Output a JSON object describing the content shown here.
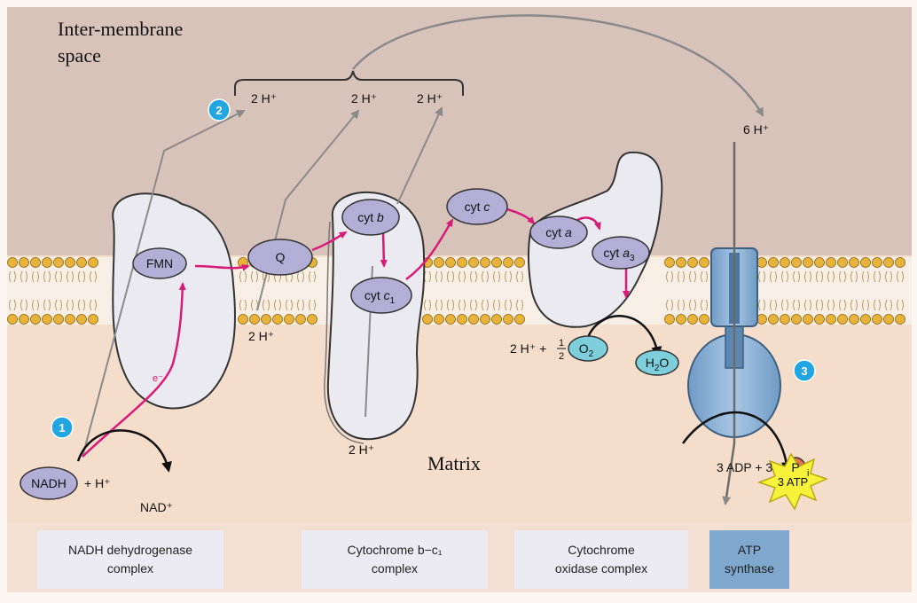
{
  "regions": {
    "intermembrane": "Inter-membrane space",
    "matrix": "Matrix"
  },
  "proton_labels": {
    "top_2h_a": "2 H⁺",
    "top_2h_b": "2 H⁺",
    "top_2h_c": "2 H⁺",
    "six_h": "6 H⁺",
    "q_2h": "2 H⁺",
    "bc_2h": "2 H⁺",
    "oxygen_eq_prefix": "2 H⁺ +",
    "fraction_num": "1",
    "fraction_den": "2"
  },
  "step_markers": [
    "1",
    "2",
    "3"
  ],
  "carriers": {
    "fmn": "FMN",
    "q": "Q",
    "cyt_b_prefix": "cyt",
    "cyt_b_letter": "b",
    "cyt_c1_prefix": "cyt",
    "cyt_c1_letter": "c",
    "cyt_c1_sub": "1",
    "cyt_c_prefix": "cyt",
    "cyt_c_letter": "c",
    "cyt_a_prefix": "cyt",
    "cyt_a_letter": "a",
    "cyt_a3_prefix": "cyt",
    "cyt_a3_letter": "a",
    "cyt_a3_sub": "3",
    "o2": "O",
    "o2_sub": "2",
    "h2o_h": "H",
    "h2o_sub": "2",
    "h2o_o": "O",
    "nadh": "NADH"
  },
  "reactions": {
    "plus_h": "+ H⁺",
    "nad": "NAD⁺",
    "electron": "e⁻",
    "adp": "3 ADP + 3",
    "pi": "P",
    "pi_sub": "i",
    "atp": "3 ATP"
  },
  "complexes": {
    "nadh_dehydrogenase": [
      "NADH dehydrogenase",
      "complex"
    ],
    "cytochrome_bc1": [
      "Cytochrome b−c₁",
      "complex"
    ],
    "cytochrome_oxidase": [
      "Cytochrome",
      "oxidase complex"
    ],
    "atp_synthase": [
      "ATP",
      "synthase"
    ]
  },
  "colors": {
    "intermembrane_bg": "#d8c3bb",
    "matrix_bg": "#f4ddcb",
    "lipid_head": "#e8b33a",
    "protein": "#eaeaf0",
    "carrier": "#b3aed6",
    "electron_path": "#d81b79",
    "proton_path": "#8a8a8a",
    "marker": "#21a6e2",
    "atp_synthase": "#7fa8cf",
    "label_box": "#eceaf2"
  }
}
